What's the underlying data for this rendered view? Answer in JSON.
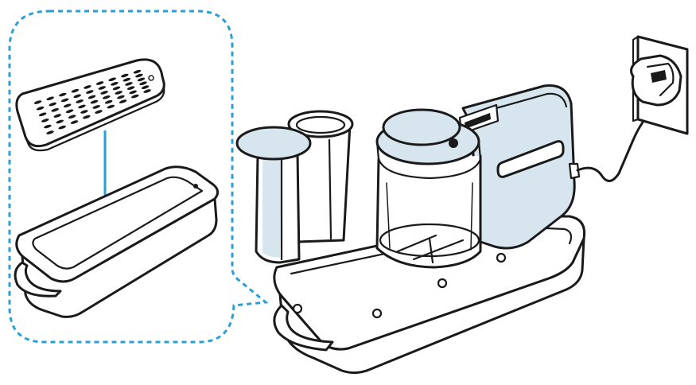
{
  "diagram": {
    "colors": {
      "ink": "#1a1a1a",
      "accent": "#2a9fd6",
      "shade": "#d7e6ee",
      "background": "#ffffff"
    },
    "parts": [
      {
        "id": "grating-plate",
        "icon": "perforated-plate"
      },
      {
        "id": "collection-tray",
        "icon": "tray"
      },
      {
        "id": "cylinder-cap",
        "icon": "cap"
      },
      {
        "id": "feed-cylinder",
        "icon": "cylinder"
      },
      {
        "id": "glass-jar",
        "icon": "jar"
      },
      {
        "id": "motor-housing",
        "icon": "motor-unit"
      },
      {
        "id": "wall-plug",
        "icon": "plug"
      }
    ],
    "callout_style": "dashed-rounded"
  }
}
